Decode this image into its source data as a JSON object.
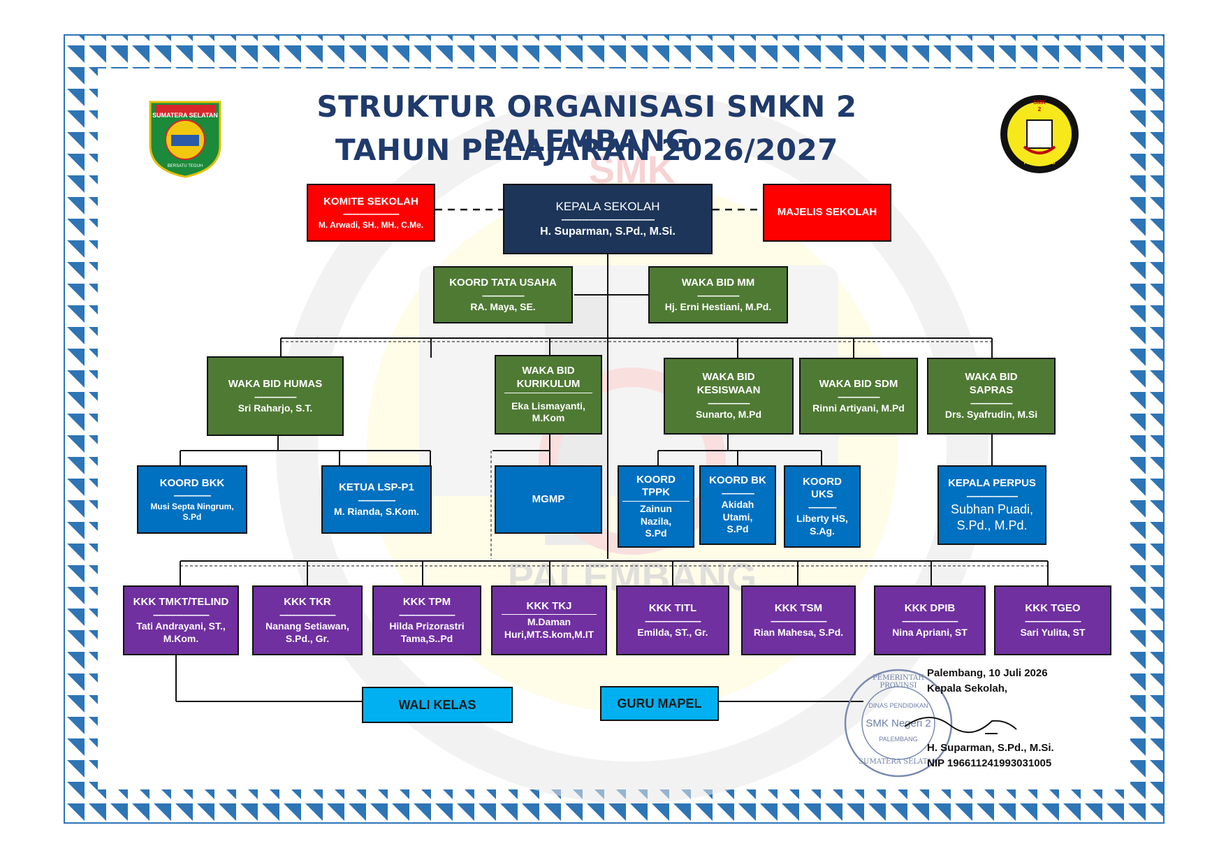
{
  "title": {
    "line1": "STRUKTUR ORGANISASI SMKN 2 PALEMBANG",
    "line2": "TAHUN PELAJARAN 2026/2027"
  },
  "logos": {
    "left": {
      "top_text": "SUMATERA SELATAN",
      "bottom_text": "BERSATU TEGUH",
      "icon": "province-emblem-icon"
    },
    "right": {
      "top_text": "SMK",
      "number": "2",
      "bottom_text": "PALEMBANG",
      "icon": "school-gear-emblem-icon"
    }
  },
  "colors": {
    "title": "#1f3a6b",
    "komite": "#ff0000",
    "kepala": "#1c3559",
    "waka": "#4f7a34",
    "koord": "#0070c0",
    "kkk": "#7030a0",
    "guru": "#00b0f0",
    "border": "#2e75b6"
  },
  "nodes": {
    "komite": {
      "title": "KOMITE SEKOLAH",
      "sep": "------------------------",
      "name": "M. Arwadi, SH., MH., C.Me."
    },
    "kepala": {
      "title": "KEPALA SEKOLAH",
      "sep": "----------------------------------------",
      "name": "H. Suparman, S.Pd., M.Si."
    },
    "majelis": {
      "title": "MAJELIS SEKOLAH"
    },
    "tata_usaha": {
      "title": "KOORD TATA USAHA",
      "sep": "------------------",
      "name": "RA. Maya, SE."
    },
    "waka_mm": {
      "title": "WAKA BID MM",
      "sep": "------------------",
      "name": "Hj. Erni Hestiani, M.Pd."
    },
    "waka_humas": {
      "title": "WAKA BID HUMAS",
      "sep": "------------------",
      "name": "Sri Raharjo, S.T."
    },
    "waka_kurikulum": {
      "title1": "WAKA BID",
      "title2": "KURIKULUM",
      "name1": "Eka Lismayanti,",
      "name2": "M.Kom"
    },
    "waka_kesiswaan": {
      "title1": "WAKA BID",
      "title2": "KESISWAAN",
      "sep": "------------------",
      "name": "Sunarto, M.Pd"
    },
    "waka_sdm": {
      "title": "WAKA BID SDM",
      "sep": "------------------",
      "name": "Rinni Artiyani, M.Pd"
    },
    "waka_sapras": {
      "title1": "WAKA BID",
      "title2": "SAPRAS",
      "sep": "------------------",
      "name": "Drs. Syafrudin, M.Si"
    },
    "koord_bkk": {
      "title": "KOORD  BKK",
      "sep": "----------------",
      "name1": "Musi Septa Ningrum,",
      "name2": "S.Pd"
    },
    "ketua_lsp": {
      "title": "KETUA LSP-P1",
      "sep": "----------------",
      "name": "M. Rianda, S.Kom."
    },
    "mgmp": {
      "title": "MGMP"
    },
    "koord_tppk": {
      "title1": "KOORD",
      "title2": "TPPK",
      "name1": "Zainun",
      "name2": "Nazila,",
      "name3": "S.Pd"
    },
    "koord_bk": {
      "title": "KOORD BK",
      "sep": "--------------",
      "name1": "Akidah",
      "name2": "Utami,",
      "name3": "S.Pd"
    },
    "koord_uks": {
      "title1": "KOORD",
      "title2": "UKS",
      "sep": "------------",
      "name1": "Liberty HS,",
      "name2": "S.Ag."
    },
    "kepala_perpus": {
      "title": "KEPALA PERPUS",
      "sep": "----------------------",
      "name1": "Subhan Puadi,",
      "name2": "S.Pd., M.Pd."
    },
    "kkk_tmkt": {
      "title": "KKK TMKT/TELIND",
      "sep": "------------------------",
      "name1": "Tati Andrayani, ST.,",
      "name2": "M.Kom."
    },
    "kkk_tkr": {
      "title": "KKK TKR",
      "sep": "------------------------",
      "name1": "Nanang Setiawan,",
      "name2": "S.Pd., Gr."
    },
    "kkk_tpm": {
      "title": "KKK TPM",
      "sep": "------------------------",
      "name1": "Hilda Prizorastri",
      "name2": "Tama,S..Pd"
    },
    "kkk_tkj": {
      "title": "KKK TKJ",
      "name1": "M.Daman",
      "name2": "Huri,MT.S.kom,M.IT"
    },
    "kkk_titl": {
      "title": "KKK TITL",
      "sep": "------------------------",
      "name": "Emilda, ST., Gr."
    },
    "kkk_tsm": {
      "title": "KKK TSM",
      "sep": "------------------------",
      "name": "Rian Mahesa, S.Pd."
    },
    "kkk_dpib": {
      "title": "KKK DPIB",
      "sep": "------------------------",
      "name": "Nina Apriani, ST"
    },
    "kkk_tgeo": {
      "title": "KKK TGEO",
      "sep": "------------------------",
      "name": "Sari Yulita, ST"
    },
    "wali_kelas": {
      "title": "WALI KELAS"
    },
    "guru_mapel": {
      "title": "GURU MAPEL"
    }
  },
  "signature": {
    "place_date": "Palembang, 10 Juli  2026",
    "position": "Kepala Sekolah,",
    "name": "H. Suparman, S.Pd., M.Si.",
    "nip": "NIP 196611241993031005",
    "stamp": {
      "top": "PEMERINTAH PROVINSI",
      "dinas": "DINAS PENDIDIKAN",
      "school": "SMK Negeri 2",
      "city": "PALEMBANG",
      "bottom": "SUMATERA SELATAN"
    }
  },
  "watermark": {
    "top": "SMK",
    "bottom": "PALEMBANG"
  }
}
